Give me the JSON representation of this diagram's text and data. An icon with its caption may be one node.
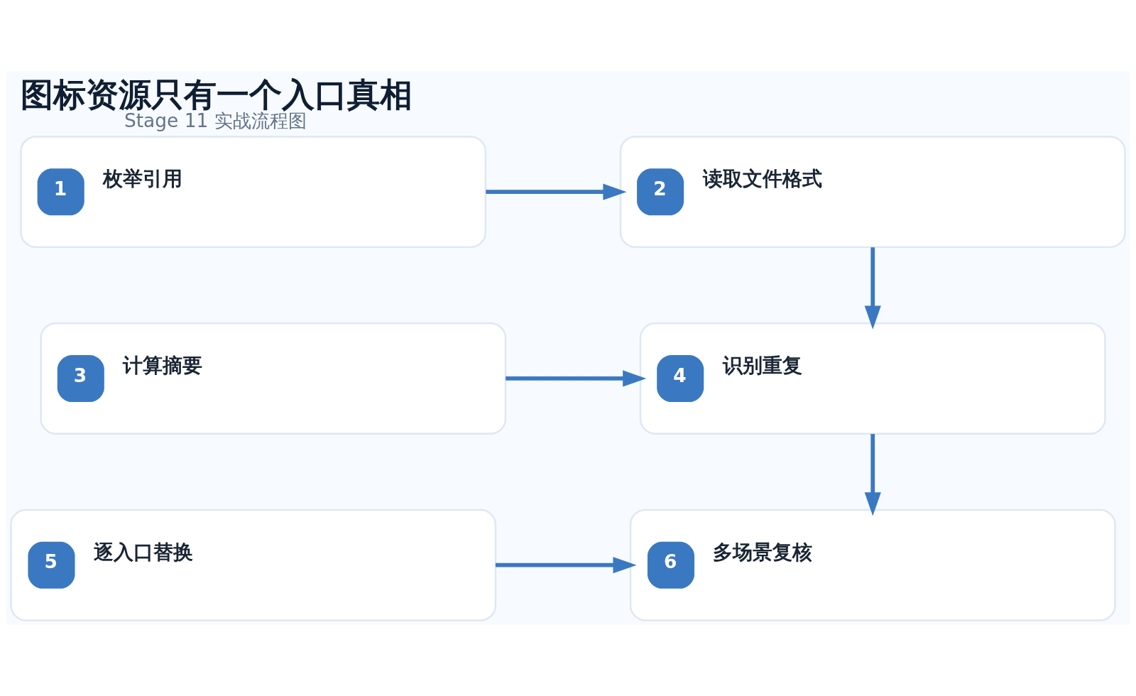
{
  "diagram": {
    "title": "图标资源只有一个入口真相",
    "caption": "Stage 11 实战流程图",
    "nodes": [
      {
        "text": [
          "1",
          "枚举引用"
        ]
      },
      {
        "text": [
          "2",
          "读取文件格式"
        ]
      },
      {
        "text": [
          "3",
          "计算摘要"
        ]
      },
      {
        "text": [
          "4",
          "识别重复"
        ]
      },
      {
        "text": [
          "5",
          "逐入口替换"
        ]
      },
      {
        "text": [
          "6",
          "多场景复核"
        ]
      }
    ],
    "edges": [
      {
        "from": 0,
        "to": 1,
        "arrow": "to"
      },
      {
        "from": 1,
        "to": 3,
        "arrow": "to"
      },
      {
        "from": 2,
        "to": 3,
        "arrow": "to"
      },
      {
        "from": 3,
        "to": 5,
        "arrow": "to"
      },
      {
        "from": 4,
        "to": 5,
        "arrow": "to"
      }
    ]
  }
}
